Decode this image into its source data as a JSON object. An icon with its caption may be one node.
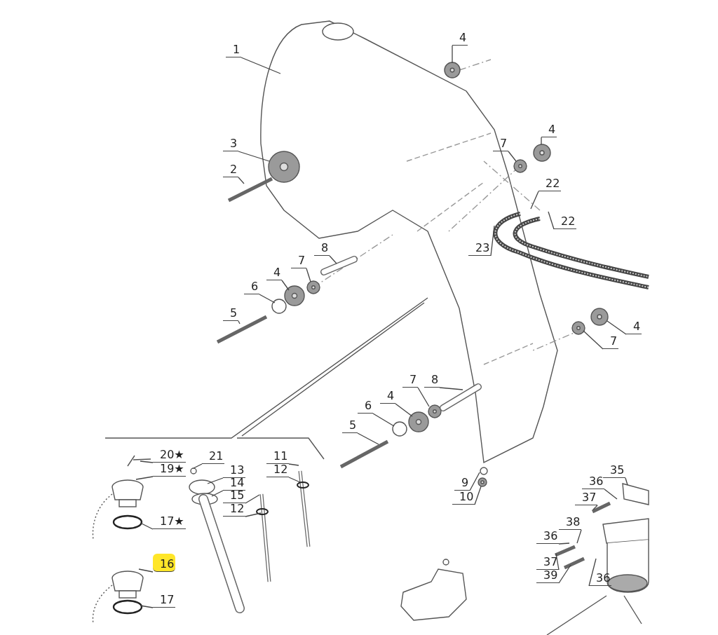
{
  "diagram": {
    "nodes": [
      {
        "text": [
          "1"
        ]
      },
      {
        "text": [
          "4"
        ]
      },
      {
        "text": [
          "3"
        ]
      },
      {
        "text": [
          "2"
        ]
      },
      {
        "text": [
          "7"
        ]
      },
      {
        "text": [
          "4"
        ]
      },
      {
        "text": [
          "22"
        ]
      },
      {
        "text": [
          "22"
        ]
      },
      {
        "text": [
          "23"
        ]
      },
      {
        "text": [
          "8"
        ]
      },
      {
        "text": [
          "7"
        ]
      },
      {
        "text": [
          "4"
        ]
      },
      {
        "text": [
          "6"
        ]
      },
      {
        "text": [
          "5"
        ]
      },
      {
        "text": [
          "4"
        ]
      },
      {
        "text": [
          "7"
        ]
      },
      {
        "text": [
          "8"
        ]
      },
      {
        "text": [
          "7"
        ]
      },
      {
        "text": [
          "4"
        ]
      },
      {
        "text": [
          "6"
        ]
      },
      {
        "text": [
          "5"
        ]
      },
      {
        "text": [
          "9"
        ]
      },
      {
        "text": [
          "10"
        ]
      },
      {
        "text": [
          "20★"
        ]
      },
      {
        "text": [
          "21"
        ]
      },
      {
        "text": [
          "19★"
        ]
      },
      {
        "text": [
          "13"
        ]
      },
      {
        "text": [
          "11"
        ]
      },
      {
        "text": [
          "12"
        ]
      },
      {
        "text": [
          "14"
        ]
      },
      {
        "text": [
          "15"
        ]
      },
      {
        "text": [
          "35"
        ]
      },
      {
        "text": [
          "36"
        ]
      },
      {
        "text": [
          "37"
        ]
      },
      {
        "text": [
          "12"
        ]
      },
      {
        "text": [
          "17★"
        ]
      },
      {
        "text": [
          "38"
        ]
      },
      {
        "text": [
          "36"
        ]
      },
      {
        "text": [
          "37"
        ]
      },
      {
        "text": [
          "39"
        ]
      },
      {
        "text": [
          "36"
        ]
      },
      {
        "text": [
          "16"
        ]
      },
      {
        "text": [
          "17"
        ]
      }
    ],
    "edges": [
      {
        "from": 0,
        "to": null,
        "arrow": "none"
      },
      {
        "from": 1,
        "to": null,
        "arrow": "none"
      },
      {
        "from": 2,
        "to": null,
        "arrow": "none"
      },
      {
        "from": 3,
        "to": null,
        "arrow": "none"
      },
      {
        "from": 4,
        "to": null,
        "arrow": "none"
      },
      {
        "from": 5,
        "to": null,
        "arrow": "none"
      },
      {
        "from": 6,
        "to": null,
        "arrow": "none"
      },
      {
        "from": 7,
        "to": null,
        "arrow": "none"
      },
      {
        "from": 8,
        "to": null,
        "arrow": "none"
      },
      {
        "from": 9,
        "to": null,
        "arrow": "none"
      },
      {
        "from": 10,
        "to": null,
        "arrow": "none"
      },
      {
        "from": 11,
        "to": null,
        "arrow": "none"
      },
      {
        "from": 12,
        "to": null,
        "arrow": "none"
      },
      {
        "from": 13,
        "to": null,
        "arrow": "none"
      },
      {
        "from": 14,
        "to": null,
        "arrow": "none"
      },
      {
        "from": 15,
        "to": null,
        "arrow": "none"
      },
      {
        "from": 16,
        "to": null,
        "arrow": "none"
      },
      {
        "from": 17,
        "to": null,
        "arrow": "none"
      },
      {
        "from": 18,
        "to": null,
        "arrow": "none"
      },
      {
        "from": 19,
        "to": null,
        "arrow": "none"
      },
      {
        "from": 20,
        "to": null,
        "arrow": "none"
      },
      {
        "from": 21,
        "to": null,
        "arrow": "none"
      },
      {
        "from": 22,
        "to": null,
        "arrow": "none"
      },
      {
        "from": 23,
        "to": null,
        "arrow": "none"
      },
      {
        "from": 24,
        "to": null,
        "arrow": "none"
      },
      {
        "from": 25,
        "to": null,
        "arrow": "none"
      },
      {
        "from": 26,
        "to": null,
        "arrow": "none"
      },
      {
        "from": 27,
        "to": null,
        "arrow": "none"
      },
      {
        "from": 28,
        "to": null,
        "arrow": "none"
      },
      {
        "from": 29,
        "to": null,
        "arrow": "none"
      },
      {
        "from": 30,
        "to": null,
        "arrow": "none"
      },
      {
        "from": 31,
        "to": null,
        "arrow": "none"
      },
      {
        "from": 32,
        "to": null,
        "arrow": "none"
      },
      {
        "from": 33,
        "to": null,
        "arrow": "none"
      },
      {
        "from": 34,
        "to": null,
        "arrow": "none"
      },
      {
        "from": 35,
        "to": null,
        "arrow": "none"
      },
      {
        "from": 36,
        "to": null,
        "arrow": "none"
      },
      {
        "from": 37,
        "to": null,
        "arrow": "none"
      },
      {
        "from": 38,
        "to": null,
        "arrow": "none"
      },
      {
        "from": 39,
        "to": null,
        "arrow": "none"
      },
      {
        "from": 40,
        "to": null,
        "arrow": "none"
      },
      {
        "from": 41,
        "to": null,
        "arrow": "none"
      },
      {
        "from": 42,
        "to": null,
        "arrow": "none"
      }
    ]
  }
}
